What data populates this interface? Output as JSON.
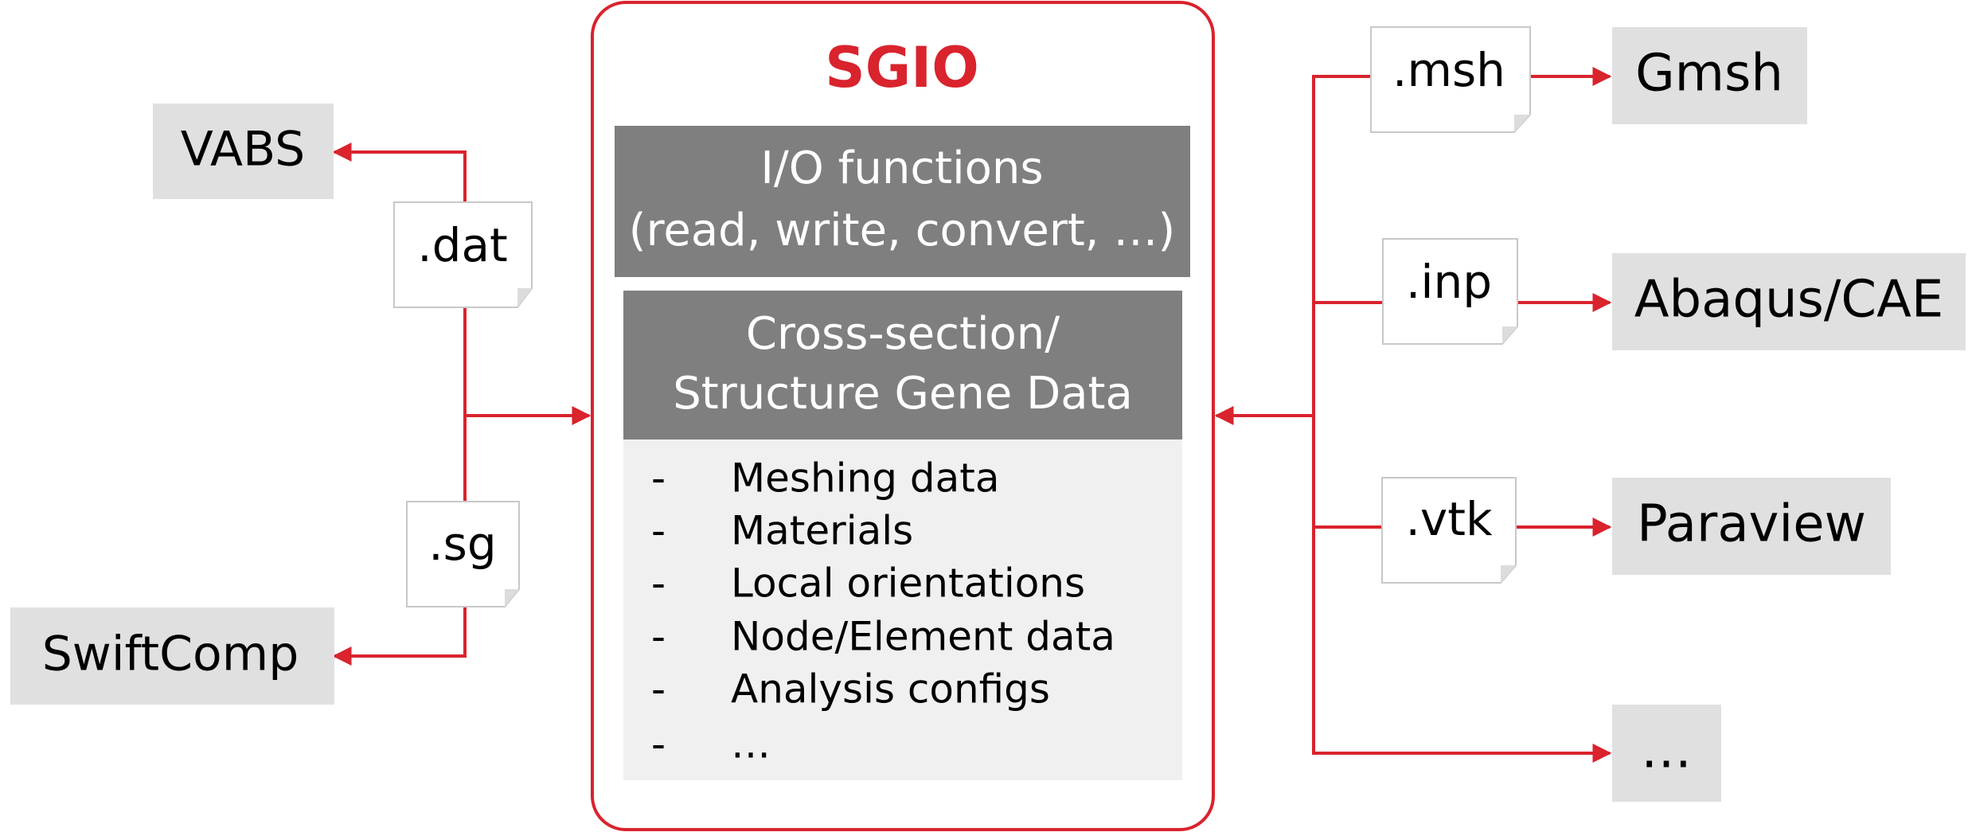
{
  "colors": {
    "accent": "#d9232d",
    "tool_bg": "#e0e0e0",
    "band_bg": "#7f7f7f",
    "band_text": "#ffffff",
    "list_bg": "#f0f0f0",
    "text": "#000000",
    "file_border": "#c8c8c8"
  },
  "core": {
    "title": "SGIO",
    "io_band": {
      "line1": "I/O functions",
      "line2": "(read, write, convert, …)"
    },
    "data_band": {
      "line1": "Cross-section/",
      "line2": "Structure Gene Data"
    },
    "data_items": [
      {
        "bullet": "-",
        "label": "Meshing data"
      },
      {
        "bullet": "-",
        "label": "Materials"
      },
      {
        "bullet": "-",
        "label": "Local orientations"
      },
      {
        "bullet": "-",
        "label": "Node/Element data"
      },
      {
        "bullet": "-",
        "label": "Analysis configs"
      },
      {
        "bullet": "-",
        "label": "…"
      }
    ]
  },
  "left": {
    "tools": {
      "top": "VABS",
      "bottom": "SwiftComp"
    },
    "files": {
      "top": ".dat",
      "bottom": ".sg"
    }
  },
  "right": {
    "files": [
      ".msh",
      ".inp",
      ".vtk"
    ],
    "tools": [
      "Gmsh",
      "Abaqus/CAE",
      "Paraview",
      "…"
    ]
  }
}
